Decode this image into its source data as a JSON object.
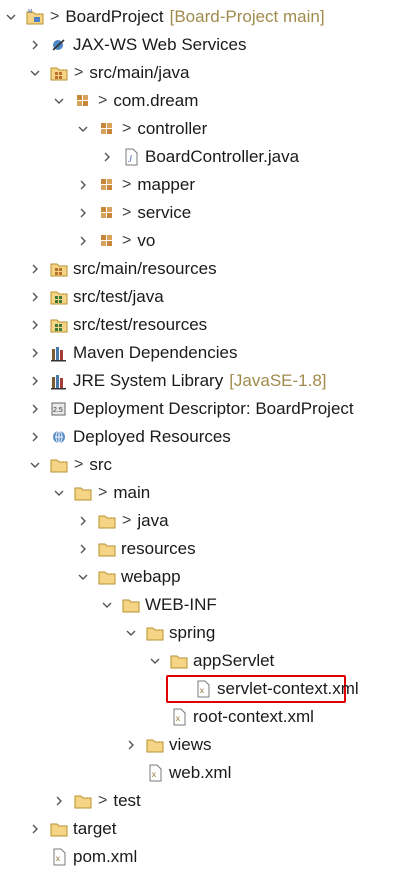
{
  "tree": [
    {
      "label": "BoardProject",
      "decoration": "[Board-Project main]",
      "prefix": ">",
      "icon": "maven-project-icon",
      "expanded": true,
      "hasChildren": true,
      "depth": 0
    },
    {
      "label": "JAX-WS Web Services",
      "prefix": "",
      "icon": "web-services-icon",
      "expanded": false,
      "hasChildren": true,
      "depth": 1
    },
    {
      "label": "src/main/java",
      "prefix": ">",
      "icon": "source-folder-icon",
      "expanded": true,
      "hasChildren": true,
      "depth": 1
    },
    {
      "label": "com.dream",
      "prefix": ">",
      "icon": "package-icon",
      "expanded": true,
      "hasChildren": true,
      "depth": 2
    },
    {
      "label": "controller",
      "prefix": ">",
      "icon": "package-icon",
      "expanded": true,
      "hasChildren": true,
      "depth": 3
    },
    {
      "label": "BoardController.java",
      "prefix": "",
      "icon": "java-file-icon",
      "expanded": false,
      "hasChildren": true,
      "depth": 4
    },
    {
      "label": "mapper",
      "prefix": ">",
      "icon": "package-icon",
      "expanded": false,
      "hasChildren": true,
      "depth": 3
    },
    {
      "label": "service",
      "prefix": ">",
      "icon": "package-icon",
      "expanded": false,
      "hasChildren": true,
      "depth": 3
    },
    {
      "label": "vo",
      "prefix": ">",
      "icon": "package-icon",
      "expanded": false,
      "hasChildren": true,
      "depth": 3
    },
    {
      "label": "src/main/resources",
      "prefix": "",
      "icon": "source-folder-icon",
      "expanded": false,
      "hasChildren": true,
      "depth": 1
    },
    {
      "label": "src/test/java",
      "prefix": "",
      "icon": "test-source-folder-icon",
      "expanded": false,
      "hasChildren": true,
      "depth": 1
    },
    {
      "label": "src/test/resources",
      "prefix": "",
      "icon": "test-source-folder-icon",
      "expanded": false,
      "hasChildren": true,
      "depth": 1
    },
    {
      "label": "Maven Dependencies",
      "prefix": "",
      "icon": "library-icon",
      "expanded": false,
      "hasChildren": true,
      "depth": 1
    },
    {
      "label": "JRE System Library",
      "decoration": "[JavaSE-1.8]",
      "prefix": "",
      "icon": "library-icon",
      "expanded": false,
      "hasChildren": true,
      "depth": 1
    },
    {
      "label": "Deployment Descriptor: BoardProject",
      "prefix": "",
      "icon": "deployment-descriptor-icon",
      "expanded": false,
      "hasChildren": true,
      "depth": 1
    },
    {
      "label": "Deployed Resources",
      "prefix": "",
      "icon": "deployed-resources-icon",
      "expanded": false,
      "hasChildren": true,
      "depth": 1
    },
    {
      "label": "src",
      "prefix": ">",
      "icon": "folder-icon",
      "expanded": true,
      "hasChildren": true,
      "depth": 1
    },
    {
      "label": "main",
      "prefix": ">",
      "icon": "folder-icon",
      "expanded": true,
      "hasChildren": true,
      "depth": 2
    },
    {
      "label": "java",
      "prefix": ">",
      "icon": "folder-icon",
      "expanded": false,
      "hasChildren": true,
      "depth": 3
    },
    {
      "label": "resources",
      "prefix": "",
      "icon": "folder-icon",
      "expanded": false,
      "hasChildren": true,
      "depth": 3
    },
    {
      "label": "webapp",
      "prefix": "",
      "icon": "folder-icon",
      "expanded": true,
      "hasChildren": true,
      "depth": 3
    },
    {
      "label": "WEB-INF",
      "prefix": "",
      "icon": "folder-icon",
      "expanded": true,
      "hasChildren": true,
      "depth": 4
    },
    {
      "label": "spring",
      "prefix": "",
      "icon": "folder-icon",
      "expanded": true,
      "hasChildren": true,
      "depth": 5
    },
    {
      "label": "appServlet",
      "prefix": "",
      "icon": "folder-icon",
      "expanded": true,
      "hasChildren": true,
      "depth": 6
    },
    {
      "label": "servlet-context.xml",
      "prefix": "",
      "icon": "xml-file-icon",
      "expanded": false,
      "hasChildren": false,
      "depth": 7,
      "highlighted": true
    },
    {
      "label": "root-context.xml",
      "prefix": "",
      "icon": "xml-file-icon",
      "expanded": false,
      "hasChildren": false,
      "depth": 6
    },
    {
      "label": "views",
      "prefix": "",
      "icon": "folder-icon",
      "expanded": false,
      "hasChildren": true,
      "depth": 5
    },
    {
      "label": "web.xml",
      "prefix": "",
      "icon": "xml-file-icon",
      "expanded": false,
      "hasChildren": false,
      "depth": 5
    },
    {
      "label": "test",
      "prefix": ">",
      "icon": "folder-icon",
      "expanded": false,
      "hasChildren": true,
      "depth": 2
    },
    {
      "label": "target",
      "prefix": "",
      "icon": "folder-icon",
      "expanded": false,
      "hasChildren": true,
      "depth": 1
    },
    {
      "label": "pom.xml",
      "prefix": "",
      "icon": "xml-file-icon",
      "expanded": false,
      "hasChildren": false,
      "depth": 1
    }
  ],
  "colors": {
    "highlight_border": "#e00000",
    "decoration_text": "#a08a4c",
    "folder_fill": "#f5d585",
    "folder_stroke": "#b8912f",
    "package_fill": "#c8863a"
  }
}
